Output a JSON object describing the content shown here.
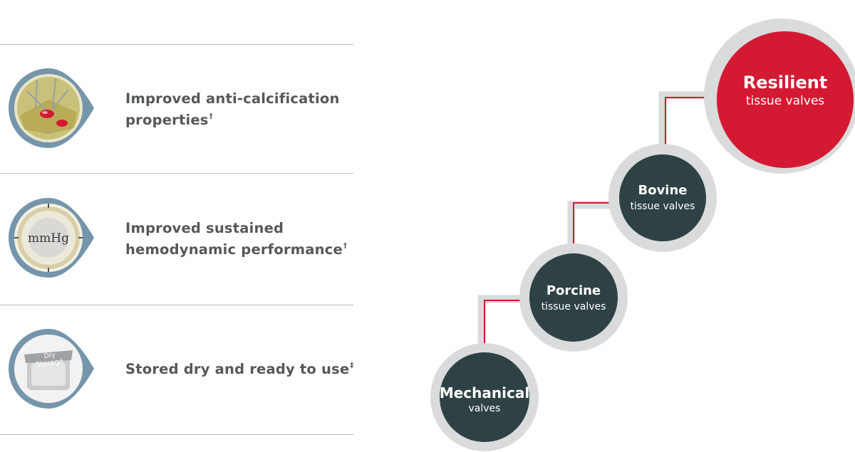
{
  "features": [
    {
      "lines": [
        "Improved anti-calcification",
        "properties"
      ],
      "mark": "†",
      "icon": "calcification-icon"
    },
    {
      "lines": [
        "Improved sustained",
        "hemodynamic performance"
      ],
      "mark": "†",
      "icon": "mmhg-gauge-icon",
      "icon_text": "mmHg"
    },
    {
      "lines": [
        "Stored dry and ready to use"
      ],
      "mark": "‡",
      "icon": "dry-storage-icon",
      "icon_text_1": "Dry",
      "icon_text_2": "Storage"
    }
  ],
  "steps": [
    {
      "title": "Mechanical",
      "subtitle": "valves"
    },
    {
      "title": "Porcine",
      "subtitle": "tissue valves"
    },
    {
      "title": "Bovine",
      "subtitle": "tissue valves"
    },
    {
      "title": "Resilient",
      "subtitle": "tissue valves"
    }
  ],
  "colors": {
    "text_gray": "#55585a",
    "dark_circle": "#2e4245",
    "highlight_red": "#d31a32",
    "ring_gray": "#dadbdc",
    "badge_blue": "#7595ab",
    "connector_red": "#d31a32",
    "divider": "#b9bbbd"
  }
}
